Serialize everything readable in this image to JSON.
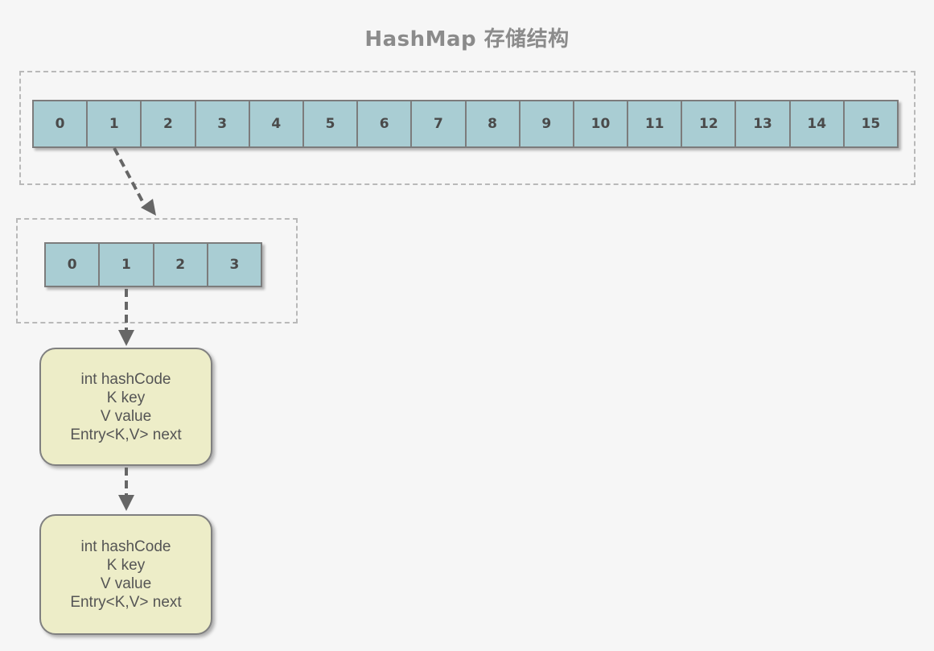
{
  "title": "HashMap 存储结构",
  "main_table": {
    "indices": [
      "0",
      "1",
      "2",
      "3",
      "4",
      "5",
      "6",
      "7",
      "8",
      "9",
      "10",
      "11",
      "12",
      "13",
      "14",
      "15"
    ]
  },
  "sub_table": {
    "indices": [
      "0",
      "1",
      "2",
      "3"
    ]
  },
  "entry_nodes": [
    {
      "lines": [
        "int hashCode",
        "K key",
        "V value",
        "Entry<K,V> next"
      ]
    },
    {
      "lines": [
        "int hashCode",
        "K key",
        "V value",
        "Entry<K,V> next"
      ]
    }
  ],
  "colors": {
    "background": "#f6f6f6",
    "cell_fill": "#a9cdd3",
    "cell_border": "#7c7c7c",
    "node_fill": "#ededc8",
    "dashed_border": "#b9b9b9",
    "arrow": "#666666",
    "title": "#8b8b8b"
  }
}
